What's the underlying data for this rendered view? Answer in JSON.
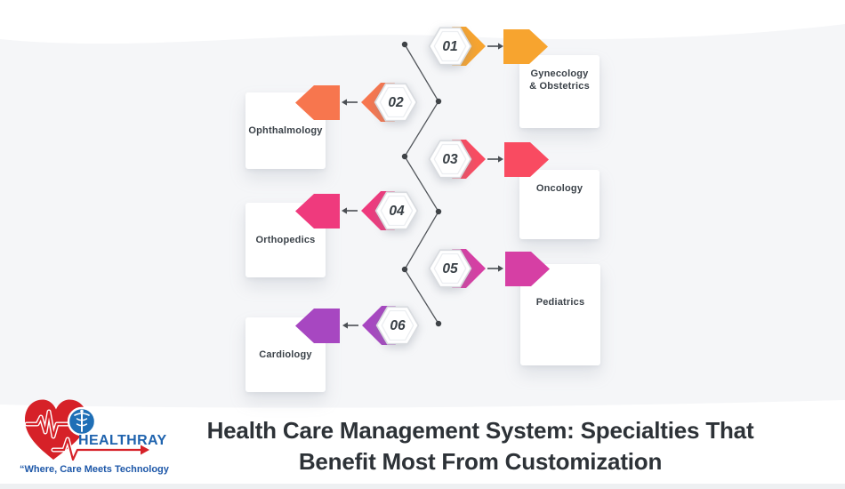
{
  "title": {
    "line1": "Health Care Management System: Specialties That",
    "line2": "Benefit Most From Customization"
  },
  "steps": [
    {
      "number": "01",
      "label": "Gynecology & Obstetrics",
      "label_line1": "Gynecology",
      "label_line2": "& Obstetrics",
      "side": "right",
      "color": "#F7A42F"
    },
    {
      "number": "02",
      "label": "Ophthalmology",
      "side": "left",
      "color": "#F7764E"
    },
    {
      "number": "03",
      "label": "Oncology",
      "side": "right",
      "color": "#F94B61"
    },
    {
      "number": "04",
      "label": "Orthopedics",
      "side": "left",
      "color": "#EF3A7D"
    },
    {
      "number": "05",
      "label": "Pediatrics",
      "side": "right",
      "color": "#D63FA4"
    },
    {
      "number": "06",
      "label": "Cardiology",
      "side": "left",
      "color": "#A747C1"
    }
  ],
  "logo": {
    "brand": "HEALTHRAY",
    "tagline": "“Where, Care Meets Technology”"
  },
  "colors": {
    "background_band": "#f5f6f8",
    "connector_line": "#54585d",
    "connector_dot": "#3f4347",
    "card_text": "#3b4249",
    "title_text": "#2d3237",
    "brand_blue": "#1f63ae",
    "brand_red": "#d62128"
  }
}
